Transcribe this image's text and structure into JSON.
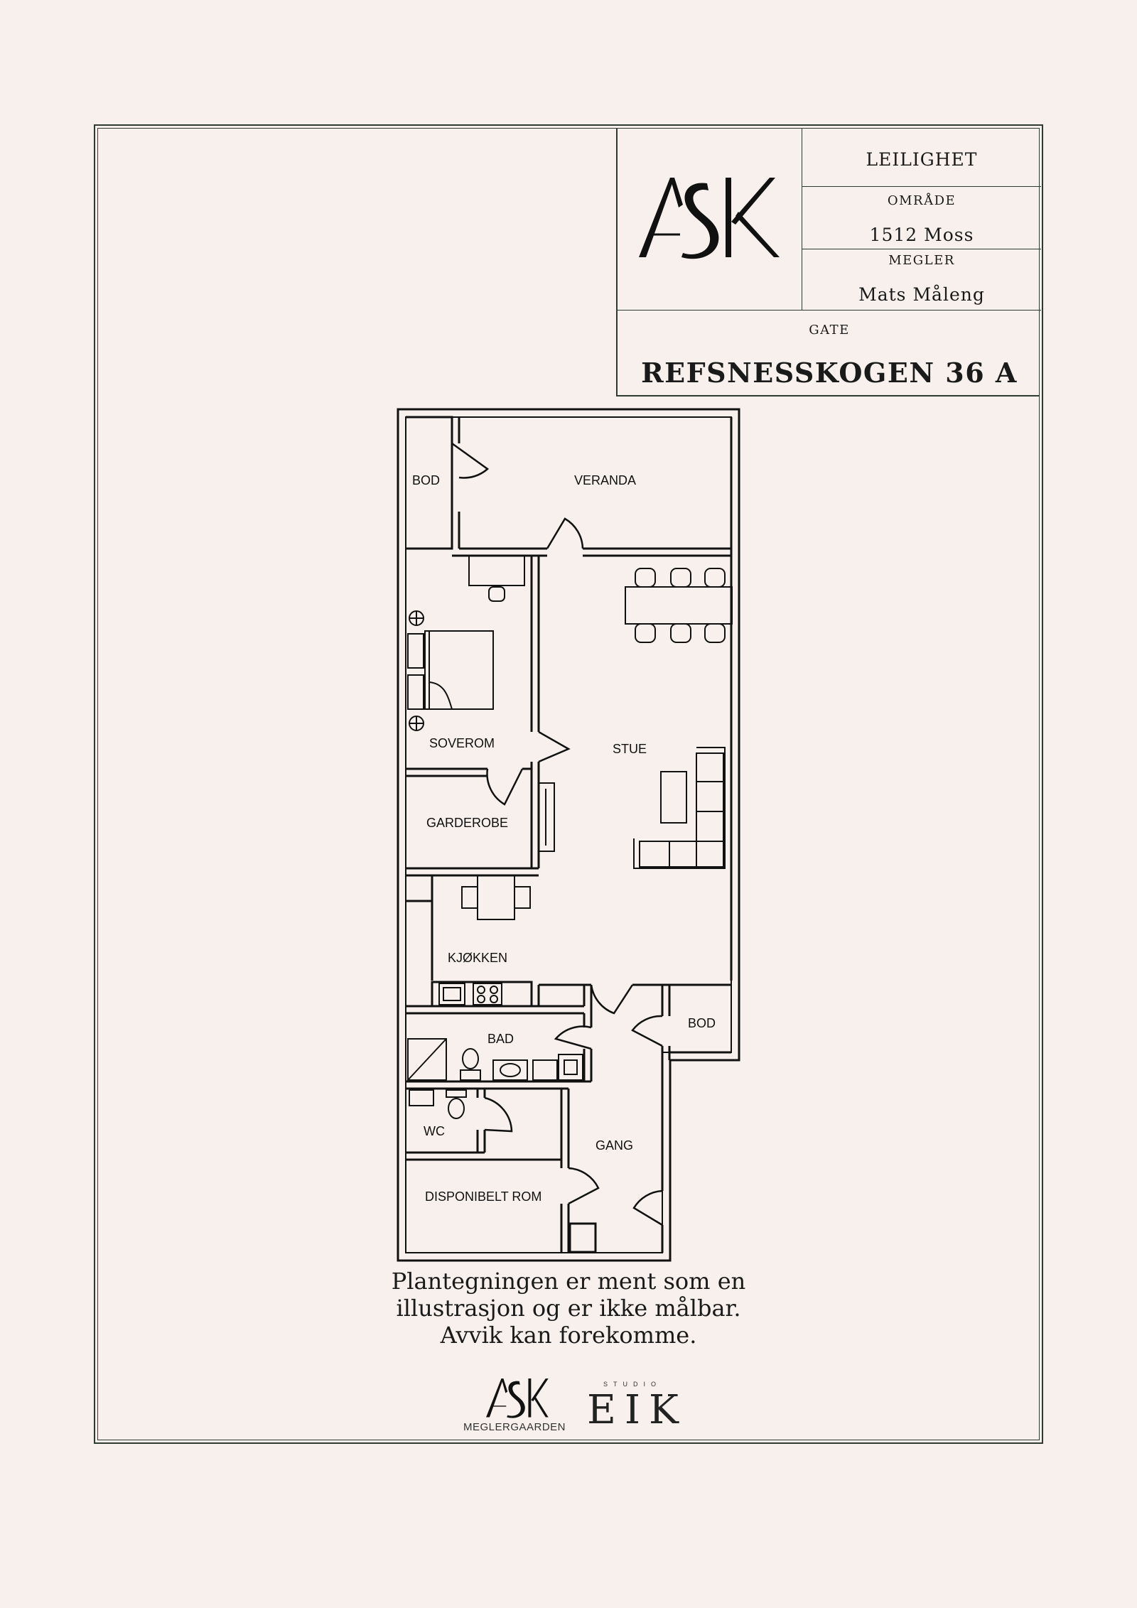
{
  "title_block": {
    "property_type": "LEILIGHET",
    "area_label": "OMRÅDE",
    "area_value": "1512 Moss",
    "broker_label": "MEGLER",
    "broker_value": "Mats Måleng",
    "street_label": "GATE",
    "street_value": "REFSNESSKOGEN 36 A"
  },
  "rooms": {
    "bod_top": "BOD",
    "veranda": "VERANDA",
    "soverom": "SOVEROM",
    "stue": "STUE",
    "garderobe": "GARDEROBE",
    "kjokken": "KJØKKEN",
    "bad": "BAD",
    "bod_bottom": "BOD",
    "wc": "WC",
    "gang": "GANG",
    "disponibelt_rom": "DISPONIBELT ROM"
  },
  "disclaimer": {
    "line1": "Plantegningen er ment som en",
    "line2": "illustrasjon og er ikke målbar.",
    "line3": "Avvik kan forekomme."
  },
  "footer": {
    "ask_subtitle": "MEGLERGAARDEN",
    "studio_label": "STUDIO",
    "eik_label": "EIK"
  },
  "colors": {
    "background": "#f7f0ec",
    "frame": "#2f3b2f",
    "line": "#111111"
  }
}
